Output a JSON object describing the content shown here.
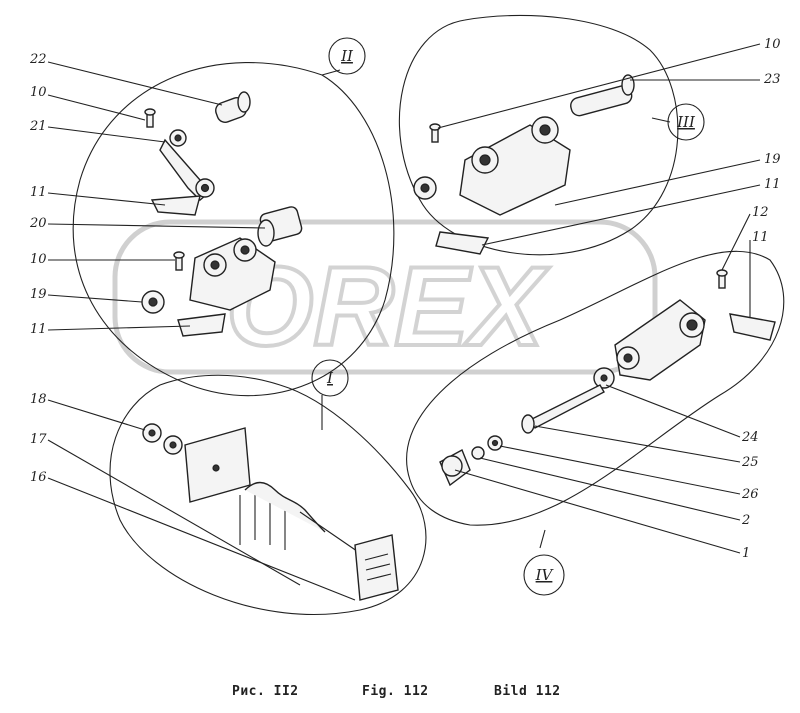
{
  "callouts": {
    "c22": "22",
    "c10a": "10",
    "c21": "21",
    "c11a": "11",
    "c20": "20",
    "c10b": "10",
    "c19a": "19",
    "c11b": "11",
    "c18": "18",
    "c17": "17",
    "c16": "16",
    "c10c": "10",
    "c23": "23",
    "c19b": "19",
    "c11c": "11",
    "c12": "12",
    "c11d": "11",
    "c24": "24",
    "c25": "25",
    "c26": "26",
    "c2": "2",
    "c1": "1"
  },
  "views": {
    "view_1": "I",
    "view_2": "II",
    "view_3": "III",
    "view_4": "IV"
  },
  "watermark": "OREX",
  "caption": {
    "ru": "Рис. II2",
    "en": "Fig. 112",
    "de": "Bild 112"
  }
}
